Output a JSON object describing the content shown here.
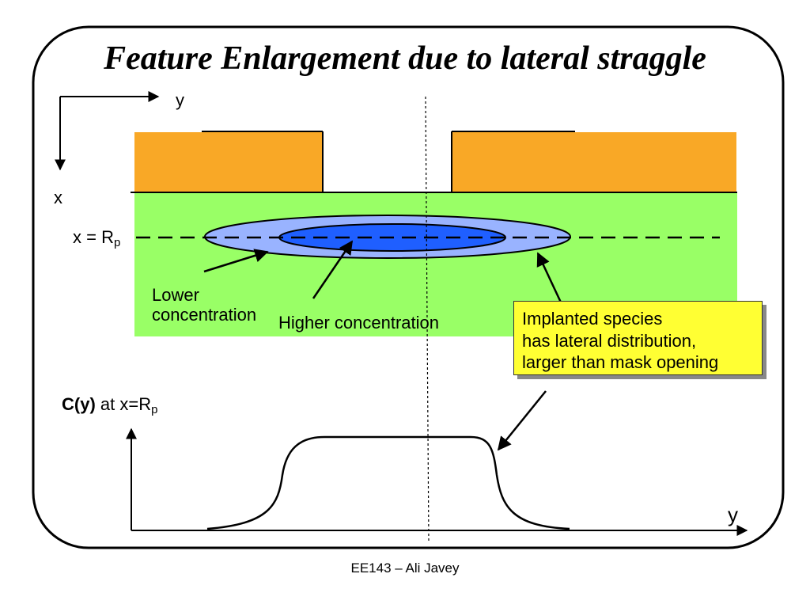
{
  "slide": {
    "title": "Feature Enlargement due to lateral straggle",
    "footer": "EE143 – Ali Javey"
  },
  "cross_section": {
    "axis_y_label": "y",
    "axis_x_label": "x",
    "rp_label_prefix": "x = R",
    "rp_label_sub": "p",
    "lower_concentration_line1": "Lower",
    "lower_concentration_line2": "concentration",
    "higher_concentration": "Higher concentration"
  },
  "callout": {
    "line1": "Implanted species",
    "line2": "has lateral distribution,",
    "line3": "larger than mask opening"
  },
  "profile": {
    "label_bold": "C(y)",
    "label_rest": " at x=R",
    "label_sub": "p",
    "axis_label": "y"
  },
  "colors": {
    "mask": "#f9a826",
    "substrate": "#99ff66",
    "outer_contour": "#99b3ff",
    "inner_contour": "#1f5fff",
    "callout": "#ffff33"
  }
}
